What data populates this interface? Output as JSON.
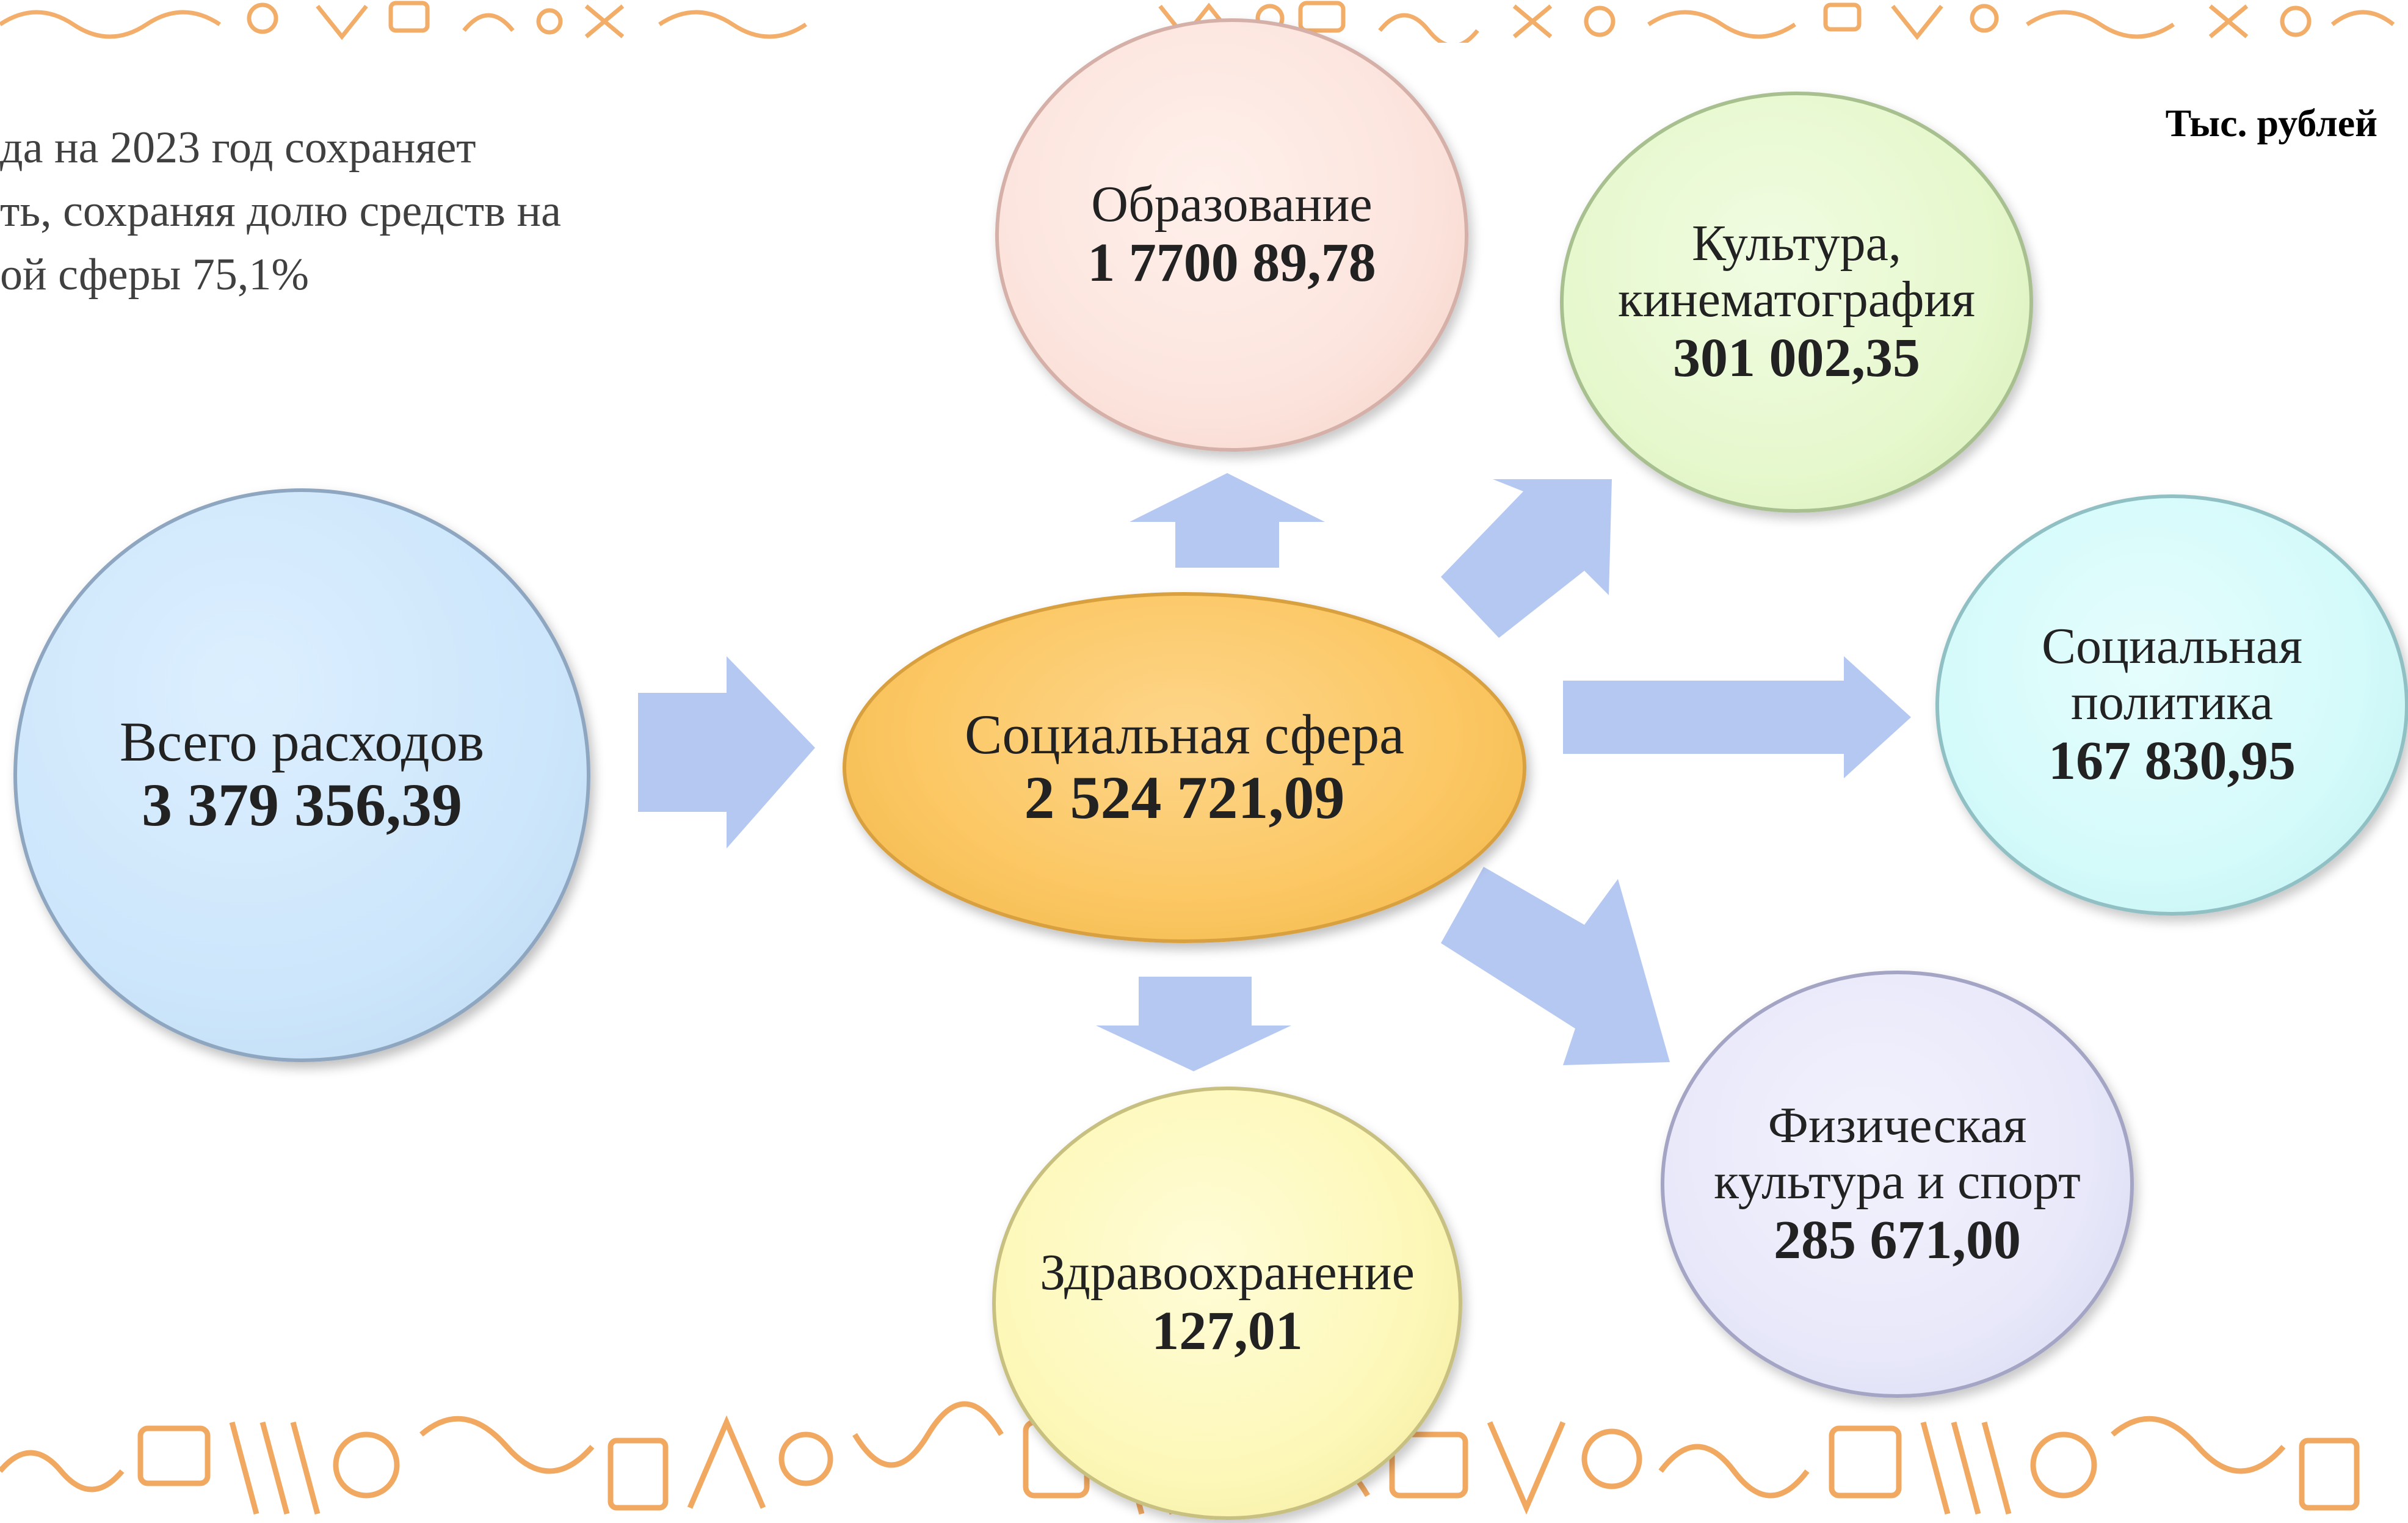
{
  "intro": {
    "line1": "да на 2023 год сохраняет",
    "line2": "ть, сохраняя долю средств на",
    "line3": "ой сферы 75,1%"
  },
  "units_label": "Тыс. рублей",
  "nodes": {
    "total": {
      "label": "Всего расходов",
      "value": "3 379 356,39",
      "color": "#cde6fb"
    },
    "social": {
      "label": "Социальная сфера",
      "value": "2 524 721,09",
      "color": "#fcc865"
    },
    "education": {
      "label": "Образование",
      "value": "1 7700 89,78",
      "color": "#fce4dd"
    },
    "culture": {
      "label1": "Культура,",
      "label2": "кинематография",
      "value": "301 002,35",
      "color": "#e6f8cd"
    },
    "social_policy": {
      "label1": "Социальная",
      "label2": "политика",
      "value": "167 830,95",
      "color": "#d4fafa"
    },
    "sport": {
      "label1": "Физическая",
      "label2": "культура и спорт",
      "value": "285 671,00",
      "color": "#e8e8fa"
    },
    "health": {
      "label": "Здравоохранение",
      "value": "127,01",
      "color": "#fdf8b8"
    }
  },
  "colors": {
    "arrow": "#b5c8f2",
    "decor": "#f0a050"
  }
}
